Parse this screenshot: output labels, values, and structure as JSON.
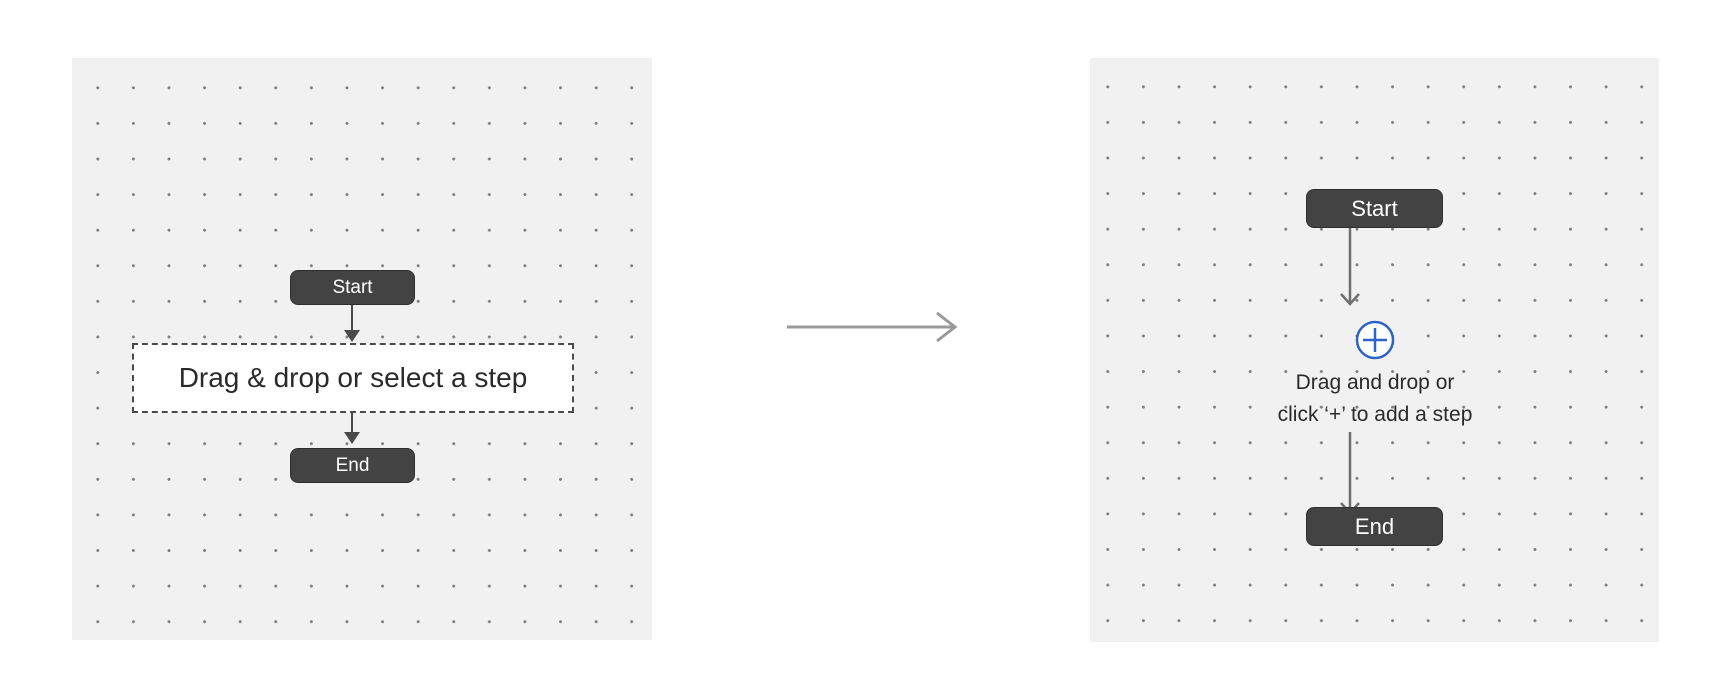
{
  "before": {
    "start_label": "Start",
    "dropzone_label": "Drag & drop or select a step",
    "end_label": "End"
  },
  "after": {
    "start_label": "Start",
    "hint_line1": "Drag and drop or",
    "hint_line2": "click ‘+’ to add a step",
    "end_label": "End"
  },
  "icons": {
    "transition_arrow": "arrow-right-icon",
    "add_step": "plus-circle-icon"
  },
  "colors": {
    "canvas_bg": "#f1f1f1",
    "node_fill": "#434343",
    "node_text": "#ffffff",
    "connector": "#4a4a4a",
    "add_accent": "#2b63c8",
    "transition_arrow": "#9a9a9a"
  }
}
